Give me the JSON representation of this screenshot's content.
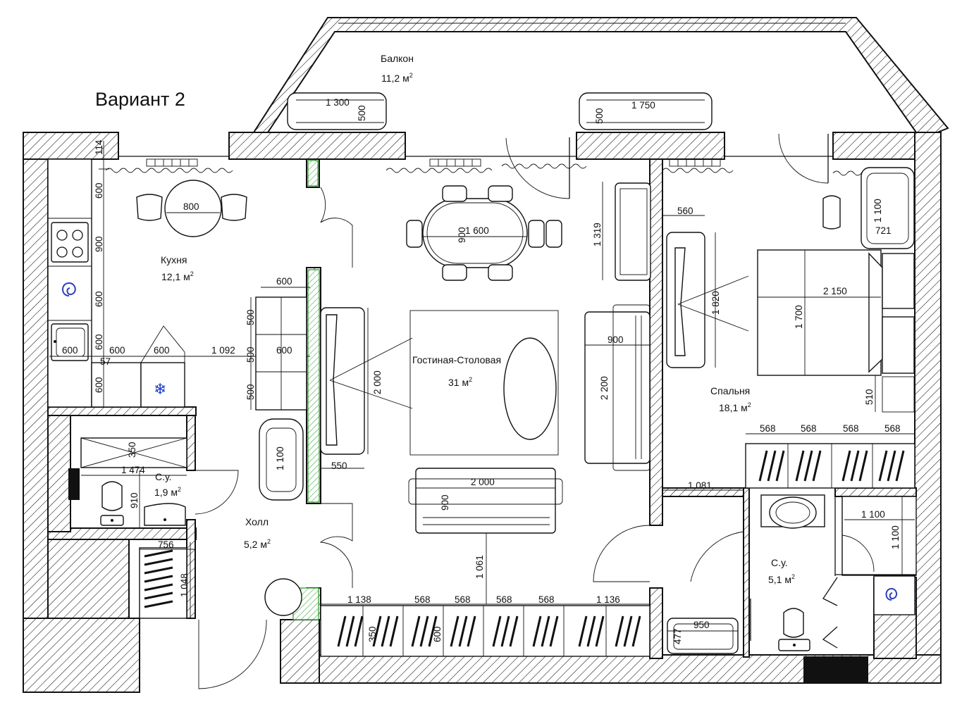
{
  "title": "Вариант 2",
  "rooms": {
    "balcony": {
      "name": "Балкон",
      "area": "11,2 м",
      "sup": "2"
    },
    "kitchen": {
      "name": "Кухня",
      "area": "12,1 м",
      "sup": "2"
    },
    "living": {
      "name": "Гостиная-Столовая",
      "area": "31 м",
      "sup": "2"
    },
    "bedroom": {
      "name": "Спальня",
      "area": "18,1 м",
      "sup": "2"
    },
    "wc_small": {
      "name": "С.у.",
      "area": "1,9 м",
      "sup": "2"
    },
    "hall": {
      "name": "Холл",
      "area": "5,2 м",
      "sup": "2"
    },
    "bath": {
      "name": "С.у.",
      "area": "5,1 м",
      "sup": "2"
    }
  },
  "dims": {
    "bal_1300": "1 300",
    "bal_500a": "500",
    "bal_1750": "1 750",
    "bal_500b": "500",
    "k_114": "114",
    "k_600a": "600",
    "k_900": "900",
    "k_600b": "600",
    "k_600c": "600",
    "k_800": "800",
    "k_600d": "600",
    "k_600e": "600",
    "k_600f": "600",
    "k_57": "57",
    "k_600g": "600",
    "k_1092": "1 092",
    "l_600a": "600",
    "l_500a": "500",
    "l_500b": "500",
    "l_500c": "500",
    "l_600b": "600",
    "l_1100": "1 100",
    "l_550": "550",
    "l_2000v": "2 000",
    "l_900": "900",
    "l_1600": "1 600",
    "l_1319": "1 319",
    "l_900b": "900",
    "l_2200": "2 200",
    "l_2000": "2 000",
    "l_900c": "900",
    "l_1061": "1 061",
    "b_560": "560",
    "b_1820": "1 820",
    "b_1100": "1 100",
    "b_721": "721",
    "b_2150": "2 150",
    "b_1700": "1 700",
    "b_510": "510",
    "b_568a": "568",
    "b_568b": "568",
    "b_568c": "568",
    "b_568d": "568",
    "b_1081": "1 081",
    "s_350": "350",
    "s_1474": "1 474",
    "s_910": "910",
    "s_756": "756",
    "s_1048": "1 048",
    "h_1138": "1 138",
    "h_568a": "568",
    "h_568b": "568",
    "h_568c": "568",
    "h_568d": "568",
    "h_1136": "1 136",
    "h_350": "350",
    "h_600": "600",
    "r_1100a": "1 100",
    "r_1100b": "1 100",
    "r_950": "950",
    "r_477": "477"
  },
  "colors": {
    "wall": "#111111",
    "accent_green": "#2a9a2a",
    "freezer": "#1a3fbf",
    "stove_swirl": "#2a3fbf"
  }
}
